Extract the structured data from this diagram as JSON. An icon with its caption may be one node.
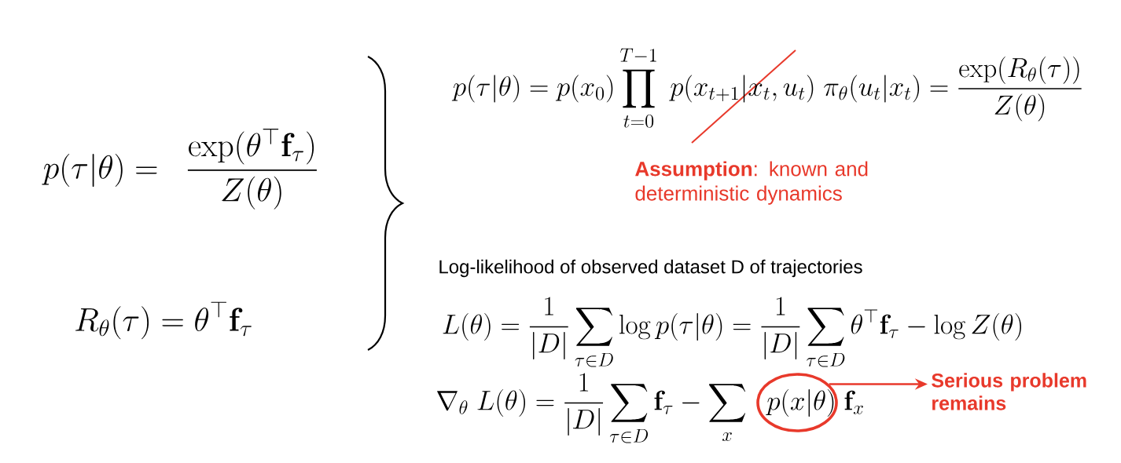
{
  "diagram": {
    "nodes": [
      {
        "text": [],
        "shape": "circle"
      },
      {
        "text": [
          "Serious problem remains"
        ]
      }
    ],
    "edges": [
      {
        "from": 0,
        "to": 1,
        "arrow": "to"
      }
    ],
    "labels": [
      "p(\\tau|\\theta) =\\ \\ \\frac{\\exp(\\theta^\\top \\mathbf{f}_\\tau)}{Z(\\theta)}",
      "p(\\tau|\\theta) = p(x_0) \\prod_{t=0}^{T-1}\\ p(x_{t+1}|x_t,u_t)\\ \\pi_\\theta(u_t|x_t) = \\frac{\\exp(R_\\theta(\\tau))}{Z(\\theta)}",
      "**Assumption**: known and deterministic dynamics",
      "R_\\theta(\\tau) = \\theta^\\top \\mathbf{f}_\\tau",
      "Log-likelihood of observed dataset D of trajectories",
      "L(\\theta) = \\frac{1}{|D|}\\sum_{\\tau\\in D} \\log p(\\tau|\\theta) = \\frac{1}{|D|}\\sum_{\\tau\\in D}\\theta^\\top \\mathbf{f}_\\tau - \\log Z(\\theta)",
      "\\nabla_\\theta\\ L(\\theta) = \\frac{1}{|D|}\\sum_{\\tau\\in D}\\mathbf{f}_\\tau - \\sum_x\\ \\ p(x|\\theta)\\ \\mathbf{f}_x"
    ]
  }
}
